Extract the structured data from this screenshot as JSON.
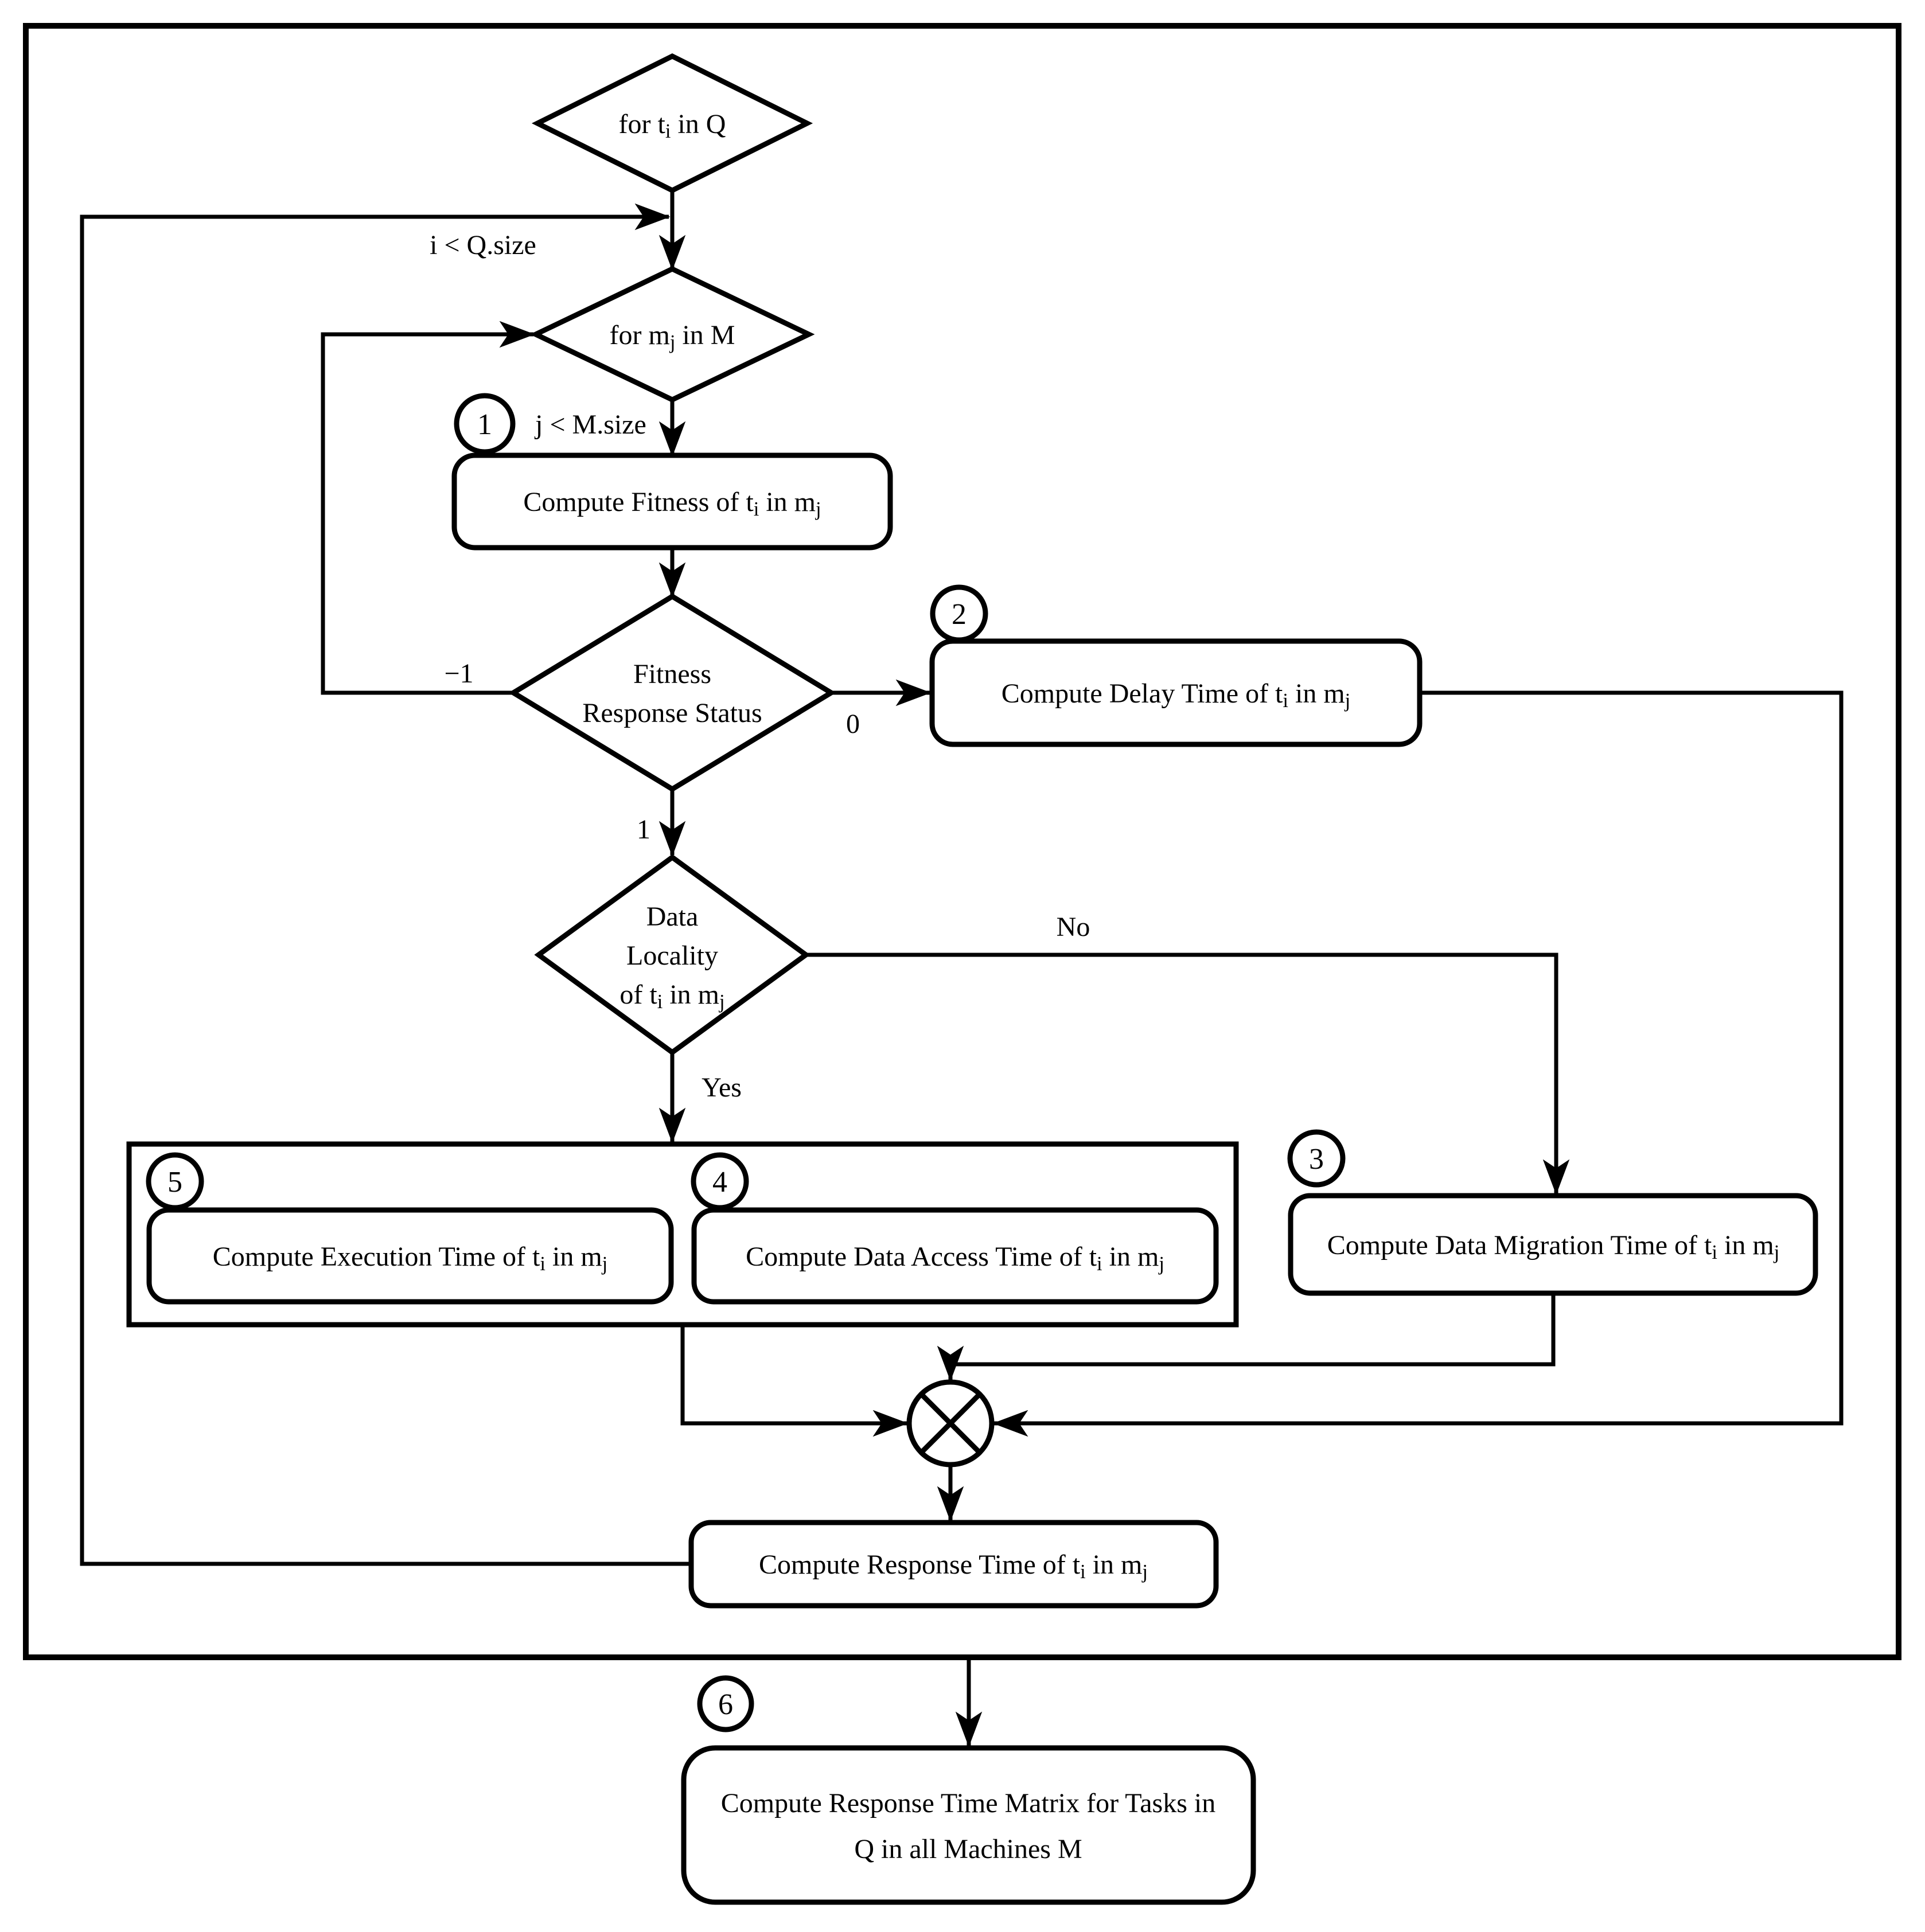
{
  "diagram": {
    "colors": {
      "line": "#000000",
      "background": "#ffffff"
    },
    "nodes": {
      "loop_tasks": {
        "label": "for t_i in Q"
      },
      "loop_machines": {
        "label": "for m_j in M"
      },
      "compute_fitness": {
        "badge": "1",
        "label": "Compute Fitness of t_i in m_j"
      },
      "fitness_status": {
        "line1": "Fitness",
        "line2": "Response Status"
      },
      "compute_delay": {
        "badge": "2",
        "label": "Compute Delay Time of t_i in m_j"
      },
      "data_locality": {
        "line1": "Data",
        "line2": "Locality",
        "line3": "of t_i in m_j"
      },
      "compute_migration": {
        "badge": "3",
        "label": "Compute Data Migration Time of t_i in m_j"
      },
      "compute_data_access": {
        "badge": "4",
        "label": "Compute Data Access Time of t_i in m_j"
      },
      "compute_execution": {
        "badge": "5",
        "label": "Compute Execution Time of t_i in m_j"
      },
      "compute_response": {
        "label": "Compute Response Time of t_i in m_j"
      },
      "compute_matrix": {
        "badge": "6",
        "line1": "Compute Response Time Matrix for Tasks in",
        "line2": "Q in all Machines M"
      }
    },
    "edge_labels": {
      "i_lt_qsize": "i < Q.size",
      "j_lt_msize": "j < M.size",
      "minus_one": "−1",
      "zero": "0",
      "one": "1",
      "no": "No",
      "yes": "Yes"
    }
  }
}
